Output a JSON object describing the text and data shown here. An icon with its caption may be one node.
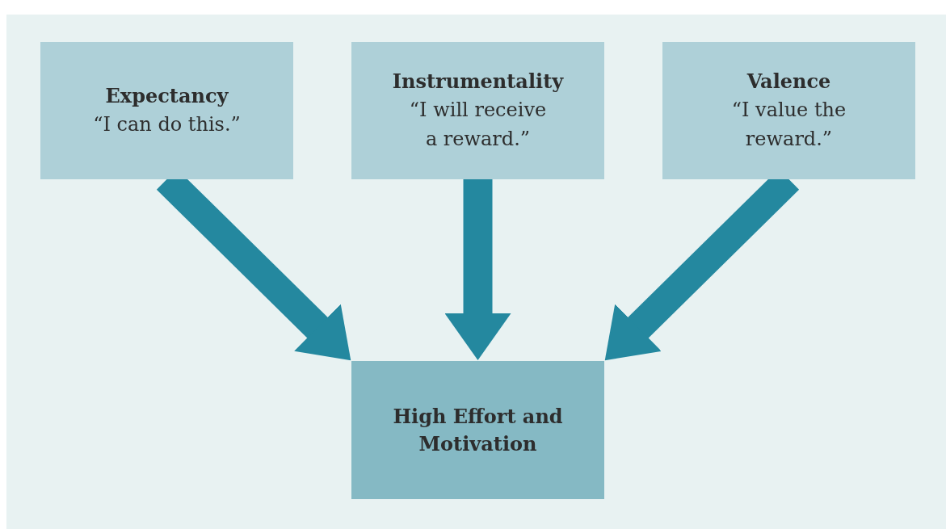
{
  "diagram": {
    "nodes": [
      {
        "text": [
          "Expectancy",
          "“I can do this.”"
        ]
      },
      {
        "text": [
          "Instrumentality",
          "“I will receive a reward.”"
        ]
      },
      {
        "text": [
          "Valence",
          "“I value the reward.”"
        ]
      },
      {
        "text": [
          "High Effort and Motivation"
        ]
      }
    ],
    "edges": [
      {
        "from": 0,
        "to": 3,
        "arrow": "to"
      },
      {
        "from": 1,
        "to": 3,
        "arrow": "to"
      },
      {
        "from": 2,
        "to": 3,
        "arrow": "to"
      }
    ]
  }
}
